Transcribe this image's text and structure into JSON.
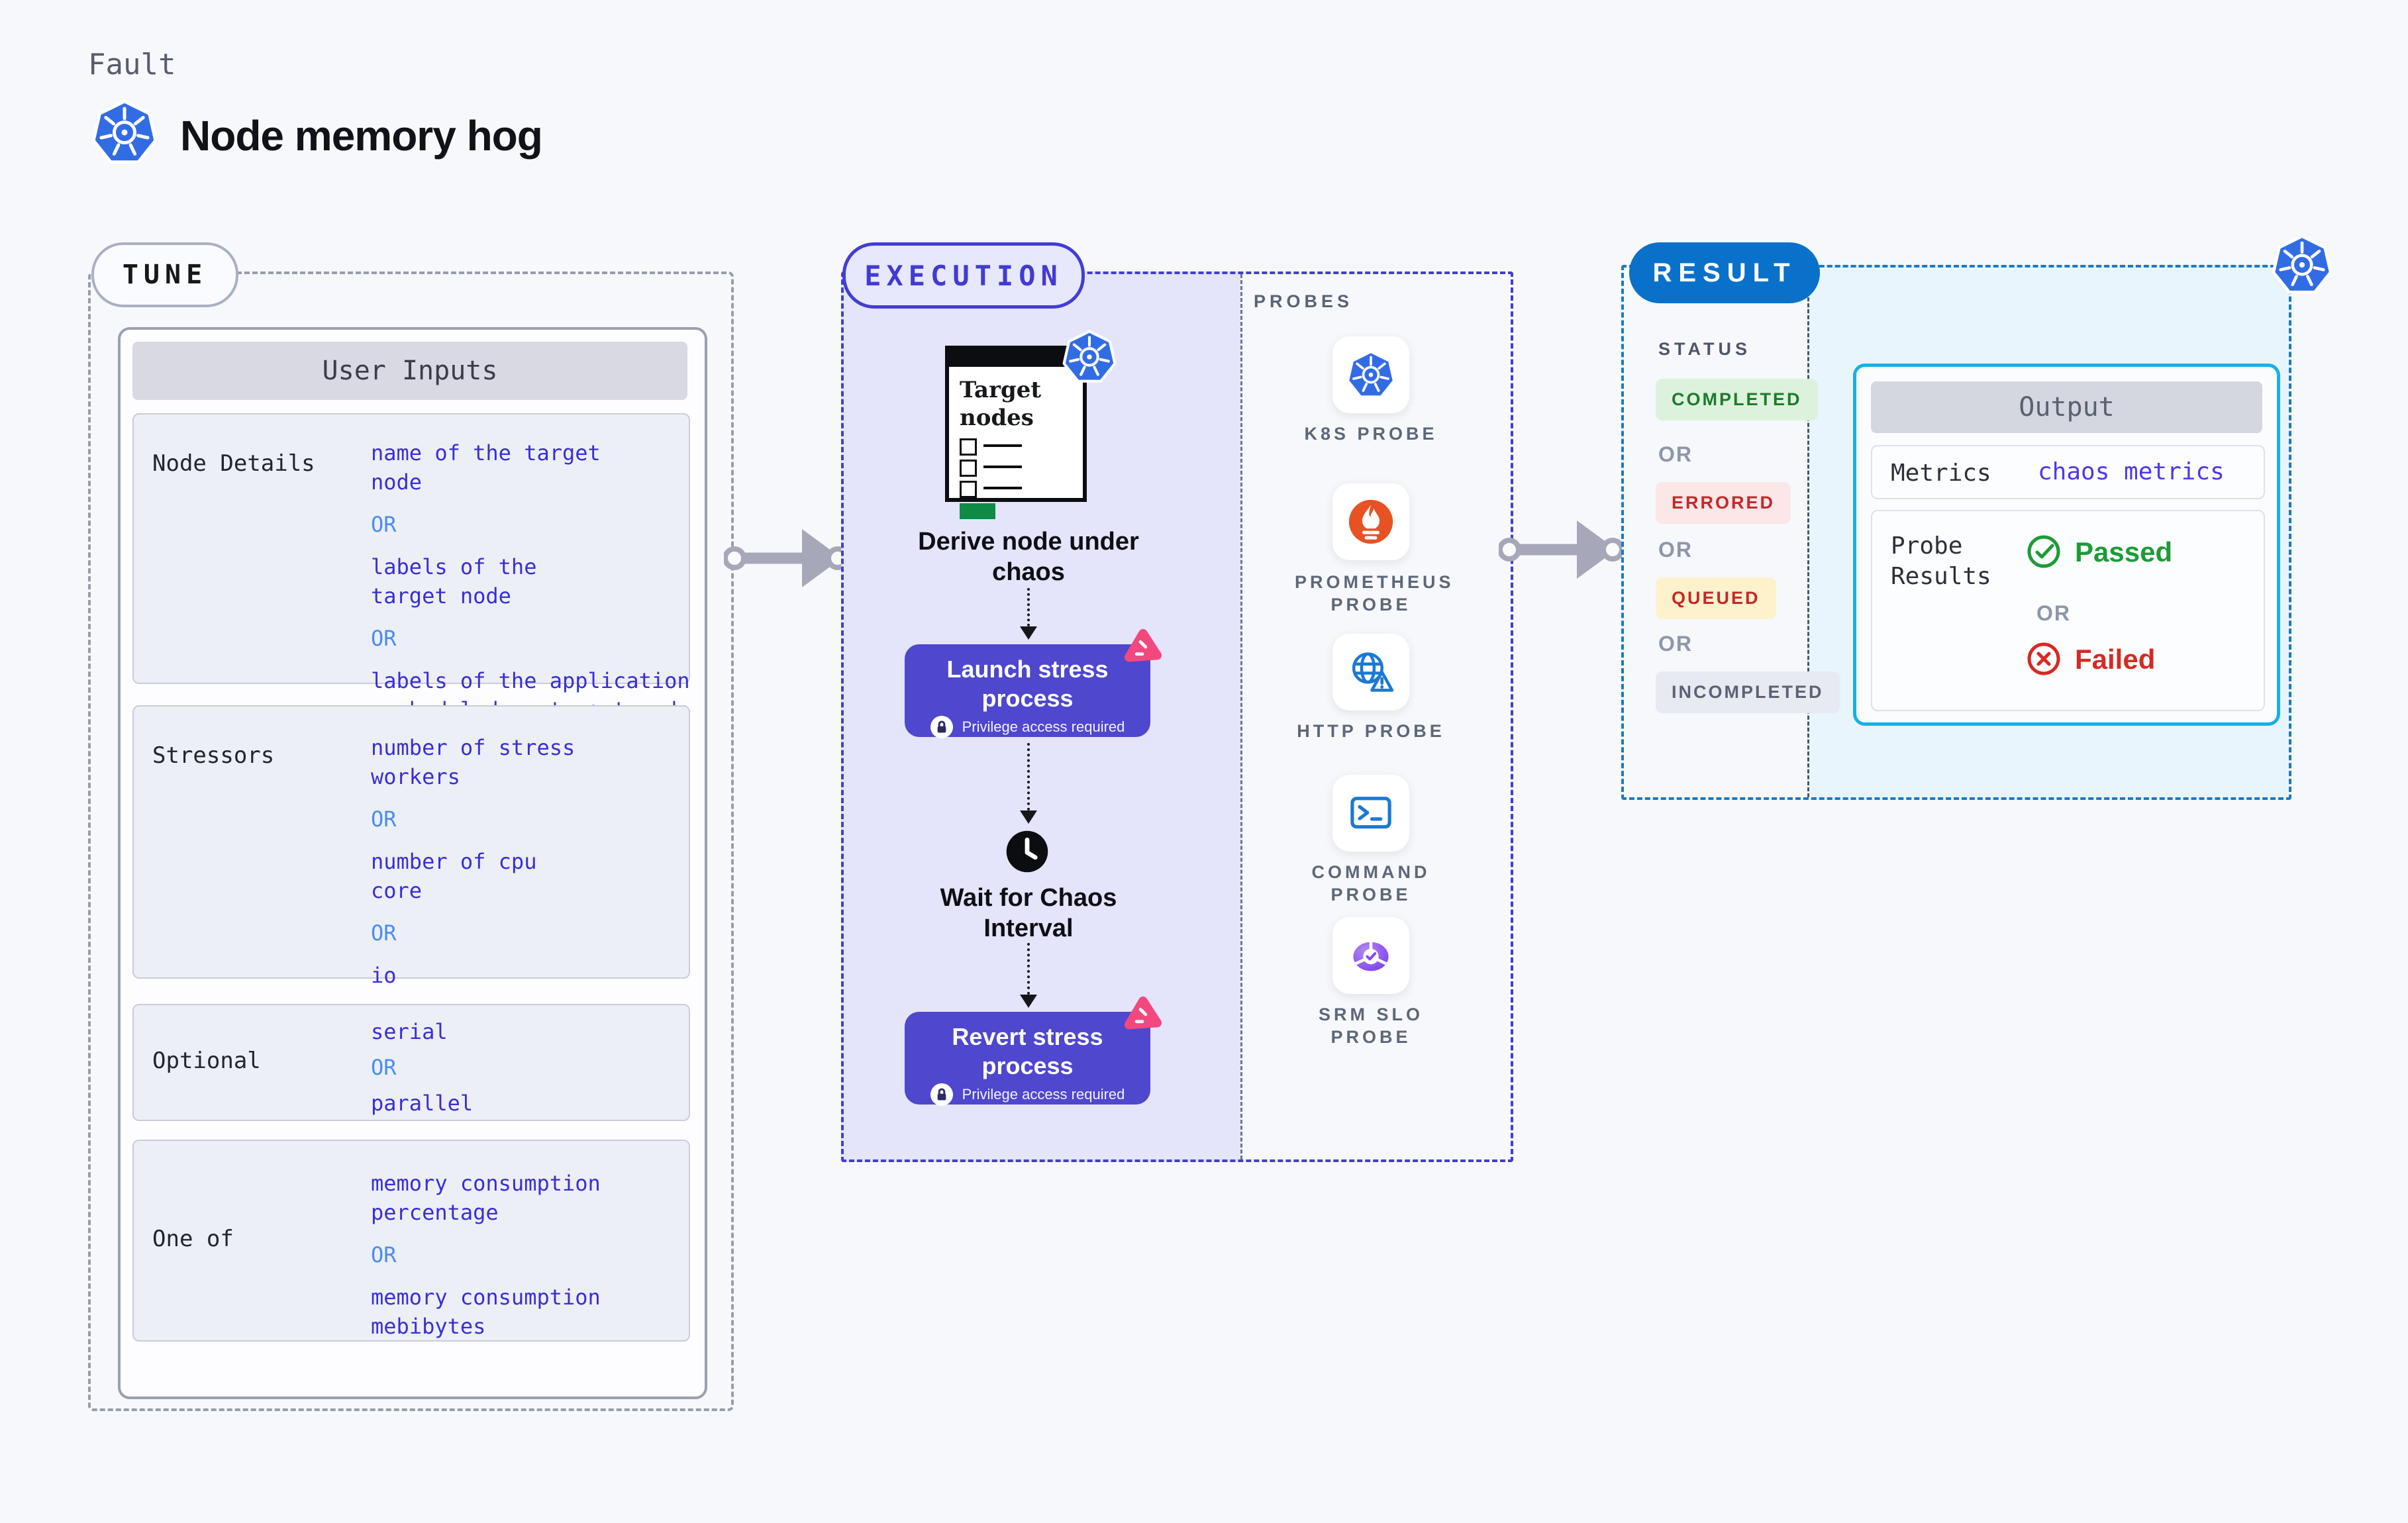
{
  "colors": {
    "kubernetes_blue": "#326ce5",
    "execution_indigo": "#443dd2",
    "action_button_purple": "#4f47cd",
    "chaos_pink": "#f2487e",
    "result_blue": "#0a71ca",
    "output_border_cyan": "#17b0e6",
    "value_blue": "#382fd6",
    "or_blue": "#4a8df0",
    "passed_green": "#1c9b37",
    "failed_red": "#d62a22",
    "queued_yellow_bg": "#fdf2cb",
    "completed_green_bg": "#dcf2dc"
  },
  "header": {
    "eyebrow": "Fault",
    "title": "Node memory hog",
    "icon": "kubernetes-icon"
  },
  "tune": {
    "badge": "TUNE",
    "panel_title": "User Inputs",
    "rows": [
      {
        "label": "Node Details",
        "values": [
          "name of the target\nnode",
          "OR",
          "labels of the\ntarget node",
          "OR",
          "labels of the application\n scheduled on target node"
        ]
      },
      {
        "label": "Stressors",
        "values": [
          "number of stress\nworkers",
          "OR",
          "number of cpu\ncore",
          "OR",
          "io"
        ]
      },
      {
        "label": "Optional",
        "values": [
          "serial",
          "OR",
          "parallel"
        ]
      },
      {
        "label": "One of",
        "values": [
          "memory consumption\npercentage",
          "OR",
          "memory consumption\nmebibytes"
        ]
      }
    ]
  },
  "execution": {
    "badge": "EXECUTION",
    "target_window": {
      "title": "Target\nnodes"
    },
    "steps": {
      "derive_caption": "Derive node under\nchaos",
      "launch": {
        "label": "Launch stress\nprocess",
        "note": "Privilege access required"
      },
      "wait_caption": "Wait for Chaos\nInterval",
      "revert": {
        "label": "Revert stress\nprocess",
        "note": "Privilege access required"
      }
    }
  },
  "probes": {
    "label": "PROBES",
    "items": [
      {
        "label": "K8S PROBE",
        "icon": "kubernetes-icon"
      },
      {
        "label": "PROMETHEUS PROBE",
        "icon": "prometheus-icon"
      },
      {
        "label": "HTTP PROBE",
        "icon": "http-globe-icon"
      },
      {
        "label": "COMMAND PROBE",
        "icon": "terminal-icon"
      },
      {
        "label": "SRM SLO PROBE",
        "icon": "slo-gauge-icon"
      }
    ]
  },
  "result": {
    "badge": "RESULT",
    "status_label": "STATUS",
    "or_label": "OR",
    "statuses": [
      {
        "label": "COMPLETED",
        "tone": "green"
      },
      {
        "label": "ERRORED",
        "tone": "red"
      },
      {
        "label": "QUEUED",
        "tone": "yellow"
      },
      {
        "label": "INCOMPLETED",
        "tone": "gray"
      }
    ],
    "output": {
      "title": "Output",
      "metrics_label": "Metrics",
      "metrics_value": "chaos metrics",
      "probe_results_label": "Probe\nResults",
      "passed_label": "Passed",
      "or_label": "OR",
      "failed_label": "Failed"
    }
  }
}
